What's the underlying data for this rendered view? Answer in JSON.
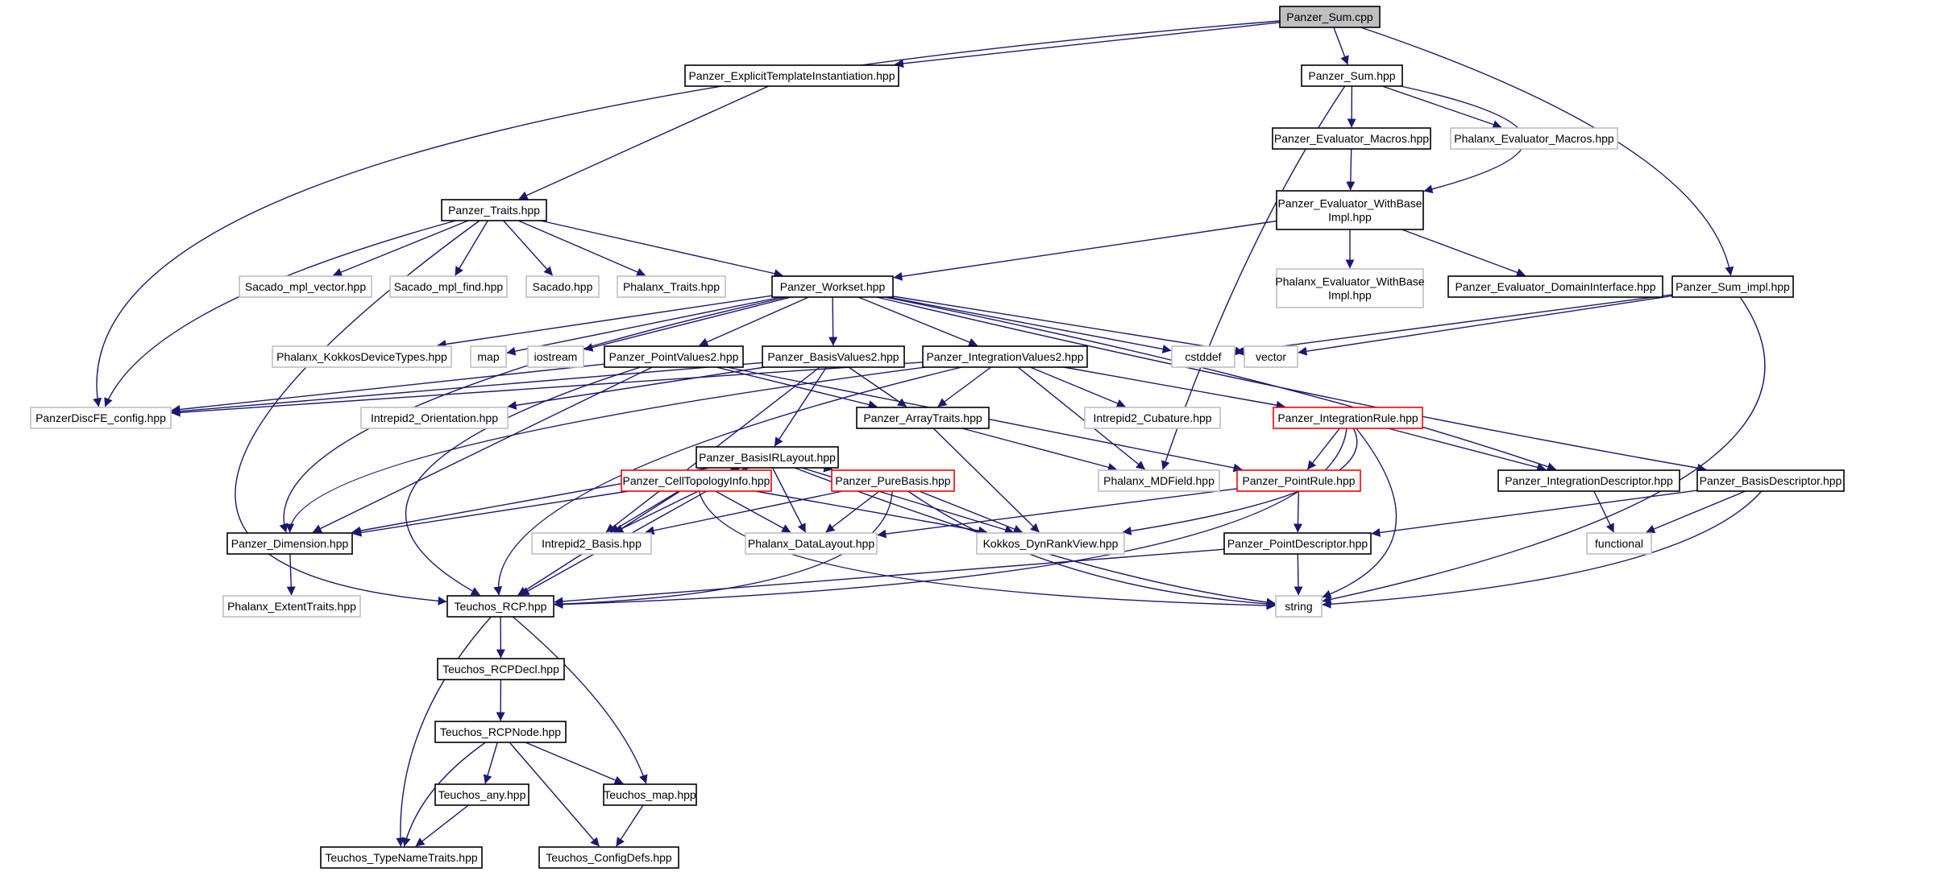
{
  "graph": {
    "style": {
      "edge_color": "#191970",
      "border_colors": {
        "normal": "#000000",
        "external": "#bfbfbf",
        "truncated": "#ff0000"
      },
      "fill_colors": {
        "root": "#bfbfbf",
        "default": "#ffffff"
      }
    },
    "nodes": [
      {
        "id": "sum_cpp",
        "label": [
          "Panzer_Sum.cpp"
        ],
        "kind": "root"
      },
      {
        "id": "eti",
        "label": [
          "Panzer_ExplicitTemplateInstantiation.hpp"
        ],
        "kind": "normal"
      },
      {
        "id": "sum_hpp",
        "label": [
          "Panzer_Sum.hpp"
        ],
        "kind": "normal"
      },
      {
        "id": "eval_macros",
        "label": [
          "Panzer_Evaluator_Macros.hpp"
        ],
        "kind": "normal"
      },
      {
        "id": "phx_eval_macros",
        "label": [
          "Phalanx_Evaluator_Macros.hpp"
        ],
        "kind": "external"
      },
      {
        "id": "eval_wb_impl",
        "label": [
          "Panzer_Evaluator_WithBase",
          "Impl.hpp"
        ],
        "kind": "normal"
      },
      {
        "id": "traits",
        "label": [
          "Panzer_Traits.hpp"
        ],
        "kind": "normal"
      },
      {
        "id": "sacado_vec",
        "label": [
          "Sacado_mpl_vector.hpp"
        ],
        "kind": "external"
      },
      {
        "id": "sacado_find",
        "label": [
          "Sacado_mpl_find.hpp"
        ],
        "kind": "external"
      },
      {
        "id": "sacado",
        "label": [
          "Sacado.hpp"
        ],
        "kind": "external"
      },
      {
        "id": "phx_traits",
        "label": [
          "Phalanx_Traits.hpp"
        ],
        "kind": "external"
      },
      {
        "id": "workset",
        "label": [
          "Panzer_Workset.hpp"
        ],
        "kind": "normal"
      },
      {
        "id": "phx_eval_wb_impl",
        "label": [
          "Phalanx_Evaluator_WithBase",
          "Impl.hpp"
        ],
        "kind": "external"
      },
      {
        "id": "domain_iface",
        "label": [
          "Panzer_Evaluator_DomainInterface.hpp"
        ],
        "kind": "normal"
      },
      {
        "id": "sum_impl",
        "label": [
          "Panzer_Sum_impl.hpp"
        ],
        "kind": "normal"
      },
      {
        "id": "kokkos_dev",
        "label": [
          "Phalanx_KokkosDeviceTypes.hpp"
        ],
        "kind": "external"
      },
      {
        "id": "map",
        "label": [
          "map"
        ],
        "kind": "external"
      },
      {
        "id": "iostream",
        "label": [
          "iostream"
        ],
        "kind": "external"
      },
      {
        "id": "pv2",
        "label": [
          "Panzer_PointValues2.hpp"
        ],
        "kind": "normal"
      },
      {
        "id": "bv2",
        "label": [
          "Panzer_BasisValues2.hpp"
        ],
        "kind": "normal"
      },
      {
        "id": "iv2",
        "label": [
          "Panzer_IntegrationValues2.hpp"
        ],
        "kind": "normal"
      },
      {
        "id": "cstddef",
        "label": [
          "cstddef"
        ],
        "kind": "external"
      },
      {
        "id": "vector",
        "label": [
          "vector"
        ],
        "kind": "external"
      },
      {
        "id": "discfe",
        "label": [
          "PanzerDiscFE_config.hpp"
        ],
        "kind": "external"
      },
      {
        "id": "i2_orient",
        "label": [
          "Intrepid2_Orientation.hpp"
        ],
        "kind": "external"
      },
      {
        "id": "birl",
        "label": [
          "Panzer_BasisIRLayout.hpp"
        ],
        "kind": "normal"
      },
      {
        "id": "array_traits",
        "label": [
          "Panzer_ArrayTraits.hpp"
        ],
        "kind": "normal"
      },
      {
        "id": "i2_cub",
        "label": [
          "Intrepid2_Cubature.hpp"
        ],
        "kind": "external"
      },
      {
        "id": "int_rule",
        "label": [
          "Panzer_IntegrationRule.hpp"
        ],
        "kind": "truncated"
      },
      {
        "id": "cell_topo",
        "label": [
          "Panzer_CellTopologyInfo.hpp"
        ],
        "kind": "truncated"
      },
      {
        "id": "pure_basis",
        "label": [
          "Panzer_PureBasis.hpp"
        ],
        "kind": "truncated"
      },
      {
        "id": "phx_mdfield",
        "label": [
          "Phalanx_MDField.hpp"
        ],
        "kind": "external"
      },
      {
        "id": "point_rule",
        "label": [
          "Panzer_PointRule.hpp"
        ],
        "kind": "truncated"
      },
      {
        "id": "int_desc",
        "label": [
          "Panzer_IntegrationDescriptor.hpp"
        ],
        "kind": "normal"
      },
      {
        "id": "basis_desc",
        "label": [
          "Panzer_BasisDescriptor.hpp"
        ],
        "kind": "normal"
      },
      {
        "id": "dimension",
        "label": [
          "Panzer_Dimension.hpp"
        ],
        "kind": "normal"
      },
      {
        "id": "i2_basis",
        "label": [
          "Intrepid2_Basis.hpp"
        ],
        "kind": "external"
      },
      {
        "id": "phx_layout",
        "label": [
          "Phalanx_DataLayout.hpp"
        ],
        "kind": "external"
      },
      {
        "id": "kokkos_drv",
        "label": [
          "Kokkos_DynRankView.hpp"
        ],
        "kind": "external"
      },
      {
        "id": "point_desc",
        "label": [
          "Panzer_PointDescriptor.hpp"
        ],
        "kind": "normal"
      },
      {
        "id": "functional",
        "label": [
          "functional"
        ],
        "kind": "external"
      },
      {
        "id": "phx_extent",
        "label": [
          "Phalanx_ExtentTraits.hpp"
        ],
        "kind": "external"
      },
      {
        "id": "rcp",
        "label": [
          "Teuchos_RCP.hpp"
        ],
        "kind": "normal"
      },
      {
        "id": "string",
        "label": [
          "string"
        ],
        "kind": "external"
      },
      {
        "id": "rcpdecl",
        "label": [
          "Teuchos_RCPDecl.hpp"
        ],
        "kind": "normal"
      },
      {
        "id": "rcpnode",
        "label": [
          "Teuchos_RCPNode.hpp"
        ],
        "kind": "normal"
      },
      {
        "id": "any",
        "label": [
          "Teuchos_any.hpp"
        ],
        "kind": "normal"
      },
      {
        "id": "tmap",
        "label": [
          "Teuchos_map.hpp"
        ],
        "kind": "normal"
      },
      {
        "id": "typename",
        "label": [
          "Teuchos_TypeNameTraits.hpp"
        ],
        "kind": "normal"
      },
      {
        "id": "configdefs",
        "label": [
          "Teuchos_ConfigDefs.hpp"
        ],
        "kind": "normal"
      }
    ],
    "edges": [
      [
        "sum_cpp",
        "eti"
      ],
      [
        "sum_cpp",
        "sum_hpp"
      ],
      [
        "sum_cpp",
        "discfe"
      ],
      [
        "sum_cpp",
        "sum_impl"
      ],
      [
        "eti",
        "traits"
      ],
      [
        "sum_hpp",
        "eval_macros"
      ],
      [
        "sum_hpp",
        "phx_eval_macros"
      ],
      [
        "sum_hpp",
        "eval_wb_impl"
      ],
      [
        "sum_hpp",
        "phx_mdfield"
      ],
      [
        "eval_macros",
        "eval_wb_impl"
      ],
      [
        "eval_wb_impl",
        "workset"
      ],
      [
        "eval_wb_impl",
        "phx_eval_wb_impl"
      ],
      [
        "eval_wb_impl",
        "domain_iface"
      ],
      [
        "traits",
        "sacado_vec"
      ],
      [
        "traits",
        "sacado_find"
      ],
      [
        "traits",
        "sacado"
      ],
      [
        "traits",
        "phx_traits"
      ],
      [
        "traits",
        "workset"
      ],
      [
        "traits",
        "discfe"
      ],
      [
        "traits",
        "rcp"
      ],
      [
        "workset",
        "kokkos_dev"
      ],
      [
        "workset",
        "map"
      ],
      [
        "workset",
        "iostream"
      ],
      [
        "workset",
        "pv2"
      ],
      [
        "workset",
        "bv2"
      ],
      [
        "workset",
        "iv2"
      ],
      [
        "workset",
        "cstddef"
      ],
      [
        "workset",
        "vector"
      ],
      [
        "workset",
        "dimension"
      ],
      [
        "workset",
        "int_desc"
      ],
      [
        "workset",
        "basis_desc"
      ],
      [
        "sum_impl",
        "cstddef"
      ],
      [
        "sum_impl",
        "vector"
      ],
      [
        "sum_impl",
        "string"
      ],
      [
        "pv2",
        "discfe"
      ],
      [
        "pv2",
        "array_traits"
      ],
      [
        "pv2",
        "point_rule"
      ],
      [
        "pv2",
        "dimension"
      ],
      [
        "pv2",
        "rcp"
      ],
      [
        "bv2",
        "discfe"
      ],
      [
        "bv2",
        "i2_orient"
      ],
      [
        "bv2",
        "birl"
      ],
      [
        "bv2",
        "array_traits"
      ],
      [
        "bv2",
        "i2_basis"
      ],
      [
        "iv2",
        "discfe"
      ],
      [
        "iv2",
        "array_traits"
      ],
      [
        "iv2",
        "i2_cub"
      ],
      [
        "iv2",
        "int_rule"
      ],
      [
        "iv2",
        "phx_mdfield"
      ],
      [
        "iv2",
        "dimension"
      ],
      [
        "iv2",
        "rcp"
      ],
      [
        "birl",
        "cell_topo"
      ],
      [
        "birl",
        "pure_basis"
      ],
      [
        "birl",
        "dimension"
      ],
      [
        "birl",
        "i2_basis"
      ],
      [
        "birl",
        "phx_layout"
      ],
      [
        "birl",
        "kokkos_drv"
      ],
      [
        "birl",
        "rcp"
      ],
      [
        "birl",
        "string"
      ],
      [
        "array_traits",
        "phx_mdfield"
      ],
      [
        "array_traits",
        "kokkos_drv"
      ],
      [
        "int_rule",
        "point_rule"
      ],
      [
        "int_rule",
        "int_desc"
      ],
      [
        "int_rule",
        "kokkos_drv"
      ],
      [
        "int_rule",
        "rcp"
      ],
      [
        "int_rule",
        "string"
      ],
      [
        "cell_topo",
        "dimension"
      ],
      [
        "cell_topo",
        "i2_basis"
      ],
      [
        "cell_topo",
        "phx_layout"
      ],
      [
        "cell_topo",
        "kokkos_drv"
      ],
      [
        "cell_topo",
        "rcp"
      ],
      [
        "cell_topo",
        "string"
      ],
      [
        "pure_basis",
        "i2_basis"
      ],
      [
        "pure_basis",
        "phx_layout"
      ],
      [
        "pure_basis",
        "kokkos_drv"
      ],
      [
        "pure_basis",
        "rcp"
      ],
      [
        "pure_basis",
        "string"
      ],
      [
        "point_rule",
        "phx_layout"
      ],
      [
        "point_rule",
        "point_desc"
      ],
      [
        "int_desc",
        "functional"
      ],
      [
        "basis_desc",
        "functional"
      ],
      [
        "basis_desc",
        "point_desc"
      ],
      [
        "basis_desc",
        "string"
      ],
      [
        "point_desc",
        "rcp"
      ],
      [
        "point_desc",
        "string"
      ],
      [
        "dimension",
        "phx_extent"
      ],
      [
        "rcp",
        "rcpdecl"
      ],
      [
        "rcp",
        "typename"
      ],
      [
        "rcp",
        "tmap"
      ],
      [
        "rcpdecl",
        "rcpnode"
      ],
      [
        "rcpnode",
        "any"
      ],
      [
        "rcpnode",
        "tmap"
      ],
      [
        "rcpnode",
        "typename"
      ],
      [
        "rcpnode",
        "configdefs"
      ],
      [
        "any",
        "typename"
      ],
      [
        "tmap",
        "configdefs"
      ]
    ]
  }
}
